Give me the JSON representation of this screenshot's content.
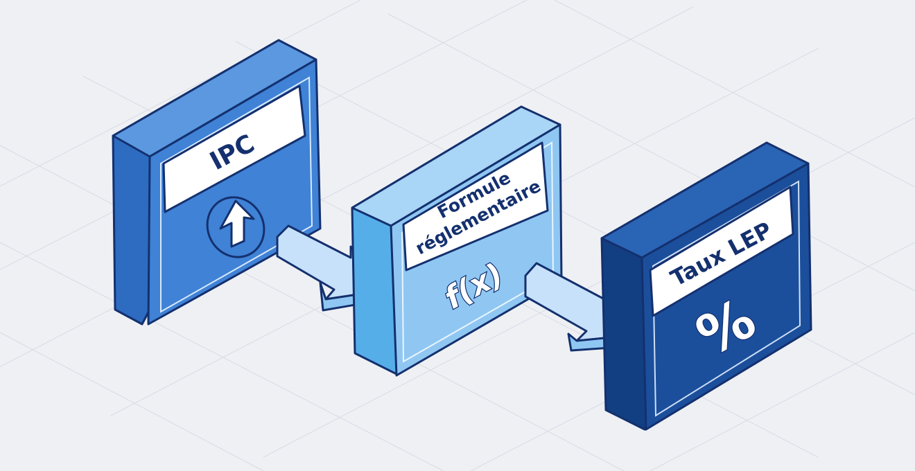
{
  "diagram": {
    "nodes": [
      {
        "id": "ipc",
        "label": "IPC",
        "icon": "arrow-up-icon",
        "face_color": "#3f82d6",
        "side_color": "#2d6cc0",
        "top_color": "#5b98e0"
      },
      {
        "id": "formule",
        "label_lines": [
          "Formule",
          "réglementaire"
        ],
        "glyph": "f(x)",
        "icon": "function-icon",
        "face_color": "#8fc7f2",
        "side_color": "#56aee9",
        "top_color": "#a9d5f6"
      },
      {
        "id": "taux",
        "label": "Taux LEP",
        "glyph": "%",
        "icon": "percent-icon",
        "face_color": "#1b4f9c",
        "side_color": "#123f82",
        "top_color": "#2a64b5"
      }
    ],
    "edges": [
      {
        "from": "ipc",
        "to": "formule"
      },
      {
        "from": "formule",
        "to": "taux"
      }
    ],
    "colors": {
      "outline": "#14306e",
      "label_bg": "#ffffff",
      "label_text": "#14306e",
      "arrow_fill": "#c6e1f9",
      "grid": "#d7dbe3",
      "background": "#eef0f4"
    }
  }
}
